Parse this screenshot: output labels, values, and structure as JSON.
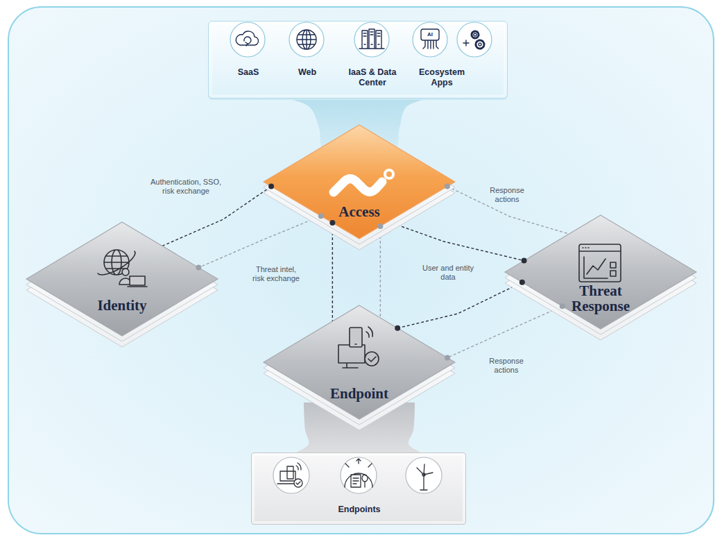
{
  "diagram": {
    "nodes": [
      {
        "text": [
          "SaaS",
          "Web",
          "IaaS & Data Center",
          "Ecosystem Apps"
        ]
      },
      {
        "text": [
          "Access"
        ]
      },
      {
        "text": [
          "Identity"
        ]
      },
      {
        "text": [
          "Threat Response"
        ]
      },
      {
        "text": [
          "Endpoint"
        ]
      },
      {
        "text": [
          "Endpoints"
        ]
      }
    ],
    "edges": [
      {
        "from": 0,
        "to": 1,
        "arrow": "none"
      },
      {
        "from": 2,
        "to": 1,
        "label": "Authentication, SSO, risk exchange",
        "arrow": "none"
      },
      {
        "from": 1,
        "to": 2,
        "label": "Threat intel, risk exchange",
        "arrow": "none"
      },
      {
        "from": 1,
        "to": 3,
        "label": "Response actions",
        "arrow": "none"
      },
      {
        "from": 1,
        "to": 3,
        "label": "User and entity data",
        "arrow": "none"
      },
      {
        "from": 4,
        "to": 3,
        "arrow": "none"
      },
      {
        "from": 3,
        "to": 4,
        "label": "Response actions",
        "arrow": "none"
      },
      {
        "from": 1,
        "to": 4,
        "arrow": "none"
      },
      {
        "from": 1,
        "to": 4,
        "arrow": "none"
      },
      {
        "from": 4,
        "to": 5,
        "arrow": "none"
      }
    ],
    "labels": [
      "AI"
    ]
  }
}
